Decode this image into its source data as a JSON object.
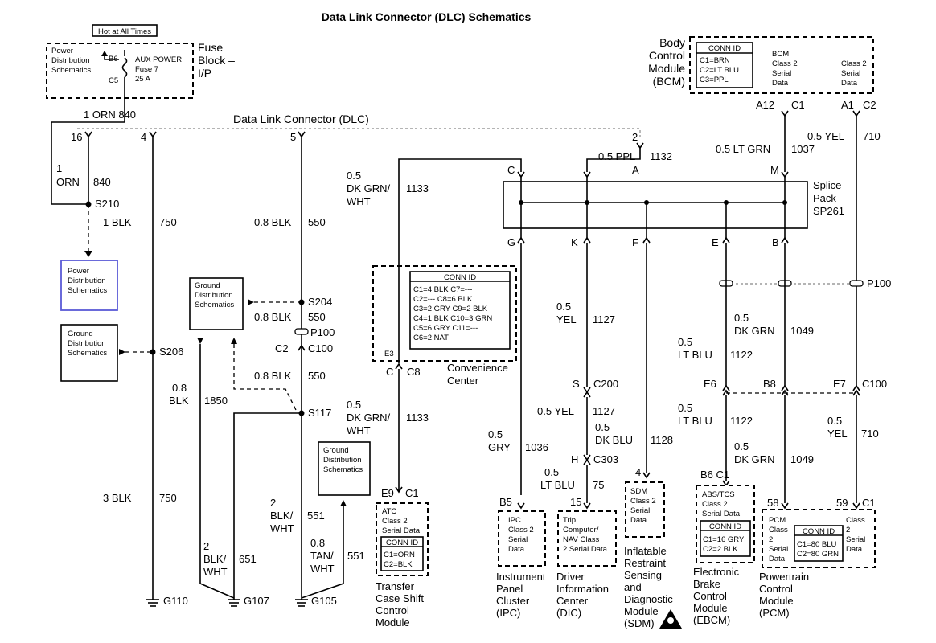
{
  "title": "Data Link Connector (DLC) Schematics",
  "hot": "Hot at All Times",
  "fuse_block": {
    "label_lines": [
      "Fuse",
      "Block –",
      "I/P"
    ],
    "power_dist": [
      "Power",
      "Distribution",
      "Schematics"
    ],
    "pin_b6": "B6",
    "pin_c5": "C5",
    "fuse_lines": [
      "AUX POWER",
      "Fuse 7",
      "25 A"
    ]
  },
  "wire_labels": {
    "w840_top": "1 ORN  840",
    "dlc": "Data Link Connector (DLC)",
    "pin16": "16",
    "pin4": "4",
    "pin5": "5",
    "pin2": "2",
    "w840_a": "1",
    "w840_b": "ORN",
    "w840_c": "840",
    "s210": "S210",
    "w750_1": "1 BLK",
    "w750_1n": "750",
    "w550_1": "0.8 BLK",
    "w550_1n": "550",
    "w1132a": "0.5 PPL",
    "w1132n": "1132",
    "w1133_a": "0.5",
    "w1133_b": "DK GRN/",
    "w1133_c": "WHT",
    "w1133_n": "1133",
    "w1037a": "0.5 LT GRN",
    "w1037n": "1037",
    "w710a": "0.5 YEL",
    "w710n": "710",
    "s204": "S204",
    "w550_2": "0.8 BLK",
    "w550_2n": "550",
    "p100": "P100",
    "c2": "C2",
    "c100": "C100",
    "w550_3": "0.8 BLK",
    "w550_3n": "550",
    "s206": "S206",
    "w1850_a": "0.8",
    "w1850_b": "BLK",
    "w1850_n": "1850",
    "s117": "S117",
    "w1133b_a": "0.5",
    "w1133b_b": "DK GRN/",
    "w1133b_c": "WHT",
    "w1133b_n": "1133",
    "e9": "E9",
    "c1_atc": "C1",
    "w750_3": "3 BLK",
    "w750_3n": "750",
    "w551_a": "2",
    "w551_b": "BLK/",
    "w551_c": "WHT",
    "w551_n": "551",
    "w551b_a": "0.8",
    "w551b_b": "TAN/",
    "w551b_c": "WHT",
    "w551b_n": "551",
    "w651_a": "2",
    "w651_b": "BLK/",
    "w651_c": "WHT",
    "w651_n": "651",
    "g110": "G110",
    "g107": "G107",
    "g105": "G105",
    "conv_c": "C",
    "conv_c8": "C8",
    "conv_e3": "E3",
    "w1127_a": "0.5",
    "w1127_b": "YEL",
    "w1127_n": "1127",
    "s_c200": "S",
    "c200": "C200",
    "w1127b": "0.5 YEL",
    "w1127b_n": "1127",
    "w1128_a": "0.5",
    "w1128_b": "DK BLU",
    "w1128_n": "1128",
    "h_c303": "H",
    "c303": "C303",
    "w75_a": "0.5",
    "w75_b": "LT BLU",
    "w75_n": "75",
    "pin15": "15",
    "pin4b": "4",
    "w1036_a": "0.5",
    "w1036_b": "GRY",
    "w1036_n": "1036",
    "b5": "B5",
    "w1122_a": "0.5",
    "w1122_b": "LT BLU",
    "w1122_n": "1122",
    "w1049_a": "0.5",
    "w1049_b": "DK GRN",
    "w1049_n": "1049",
    "e6": "E6",
    "b8": "B8",
    "e7": "E7",
    "c100b": "C100",
    "w1122b_a": "0.5",
    "w1122b_b": "LT BLU",
    "w1122b_n": "1122",
    "w1049b_a": "0.5",
    "w1049b_b": "DK GRN",
    "w1049b_n": "1049",
    "w710b_a": "0.5",
    "w710b_b": "YEL",
    "w710b_n": "710",
    "b6_c1": "B6   C1",
    "pin58": "58",
    "pin59": "59",
    "c1_pcm": "C1",
    "p100_right": "P100",
    "a12": "A12",
    "c1_bcm": "C1",
    "a1": "A1",
    "c2_bcm": "C2"
  },
  "splice_pack": {
    "label_lines": [
      "Splice",
      "Pack",
      "SP261"
    ],
    "top_pins": [
      "C",
      "A",
      "M"
    ],
    "bottom_pins": [
      "G",
      "K",
      "F",
      "E",
      "B"
    ]
  },
  "bcm": {
    "label_lines": [
      "Body",
      "Control",
      "Module",
      "(BCM)"
    ],
    "conn_id": "CONN ID",
    "conn_lines": [
      "C1=BRN",
      "C2=LT BLU",
      "C3=PPL"
    ],
    "serial_lines": [
      "BCM",
      "Class 2",
      "Serial",
      "Data"
    ],
    "serial2_lines": [
      "Class 2",
      "Serial",
      "Data"
    ]
  },
  "convenience": {
    "conn_id": "CONN ID",
    "rows": [
      "C1=4 BLK   C7=---",
      "C2=---        C8=6 BLK",
      "C3=2 GRY  C9=2 BLK",
      "C4=1 BLK   C10=3 GRN",
      "C5=6 GRY  C11=---",
      "C6=2 NAT"
    ],
    "label_lines": [
      "Convenience",
      "Center"
    ]
  },
  "ground_dist_a": [
    "Ground",
    "Distribution",
    "Schematics"
  ],
  "ground_dist_b": [
    "Ground",
    "Distribution",
    "Schematics"
  ],
  "ground_dist_c": [
    "Ground",
    "Distribution",
    "Schematics"
  ],
  "power_dist_b": [
    "Power",
    "Distribution",
    "Schematics"
  ],
  "atc": {
    "lines": [
      "ATC",
      "Class 2",
      "Serial Data"
    ],
    "conn_id": "CONN ID",
    "conn_lines": [
      "C1=ORN",
      "C2=BLK"
    ],
    "label_lines": [
      "Transfer",
      "Case Shift",
      "Control",
      "Module"
    ]
  },
  "ipc": {
    "lines": [
      "IPC",
      "Class 2",
      "Serial",
      "Data"
    ],
    "label_lines": [
      "Instrument",
      "Panel",
      "Cluster",
      "(IPC)"
    ]
  },
  "dic": {
    "lines": [
      "Trip",
      "Computer/",
      "NAV Class",
      "2 Serial Data"
    ],
    "label_lines": [
      "Driver",
      "Information",
      "Center",
      "(DIC)"
    ]
  },
  "sdm": {
    "lines": [
      "SDM",
      "Class 2",
      "Serial",
      "Data"
    ],
    "label_lines": [
      "Inflatable",
      "Restraint",
      "Sensing",
      "and",
      "Diagnostic",
      "Module",
      "(SDM)"
    ]
  },
  "ebcm": {
    "lines": [
      "ABS/TCS",
      "Class 2",
      "Serial Data"
    ],
    "conn_id": "CONN ID",
    "conn_lines": [
      "C1=16 GRY",
      "C2=2 BLK"
    ],
    "label_lines": [
      "Electronic",
      "Brake",
      "Control",
      "Module",
      "(EBCM)"
    ]
  },
  "pcm": {
    "lines": [
      "PCM",
      "Class",
      "2",
      "Serial",
      "Data"
    ],
    "right_lines": [
      "Class",
      "2",
      "Serial",
      "Data"
    ],
    "conn_id": "CONN ID",
    "conn_lines": [
      "C1=80 BLU",
      "C2=80 GRN"
    ],
    "label_lines": [
      "Powertrain",
      "Control",
      "Module",
      "(PCM)"
    ]
  }
}
